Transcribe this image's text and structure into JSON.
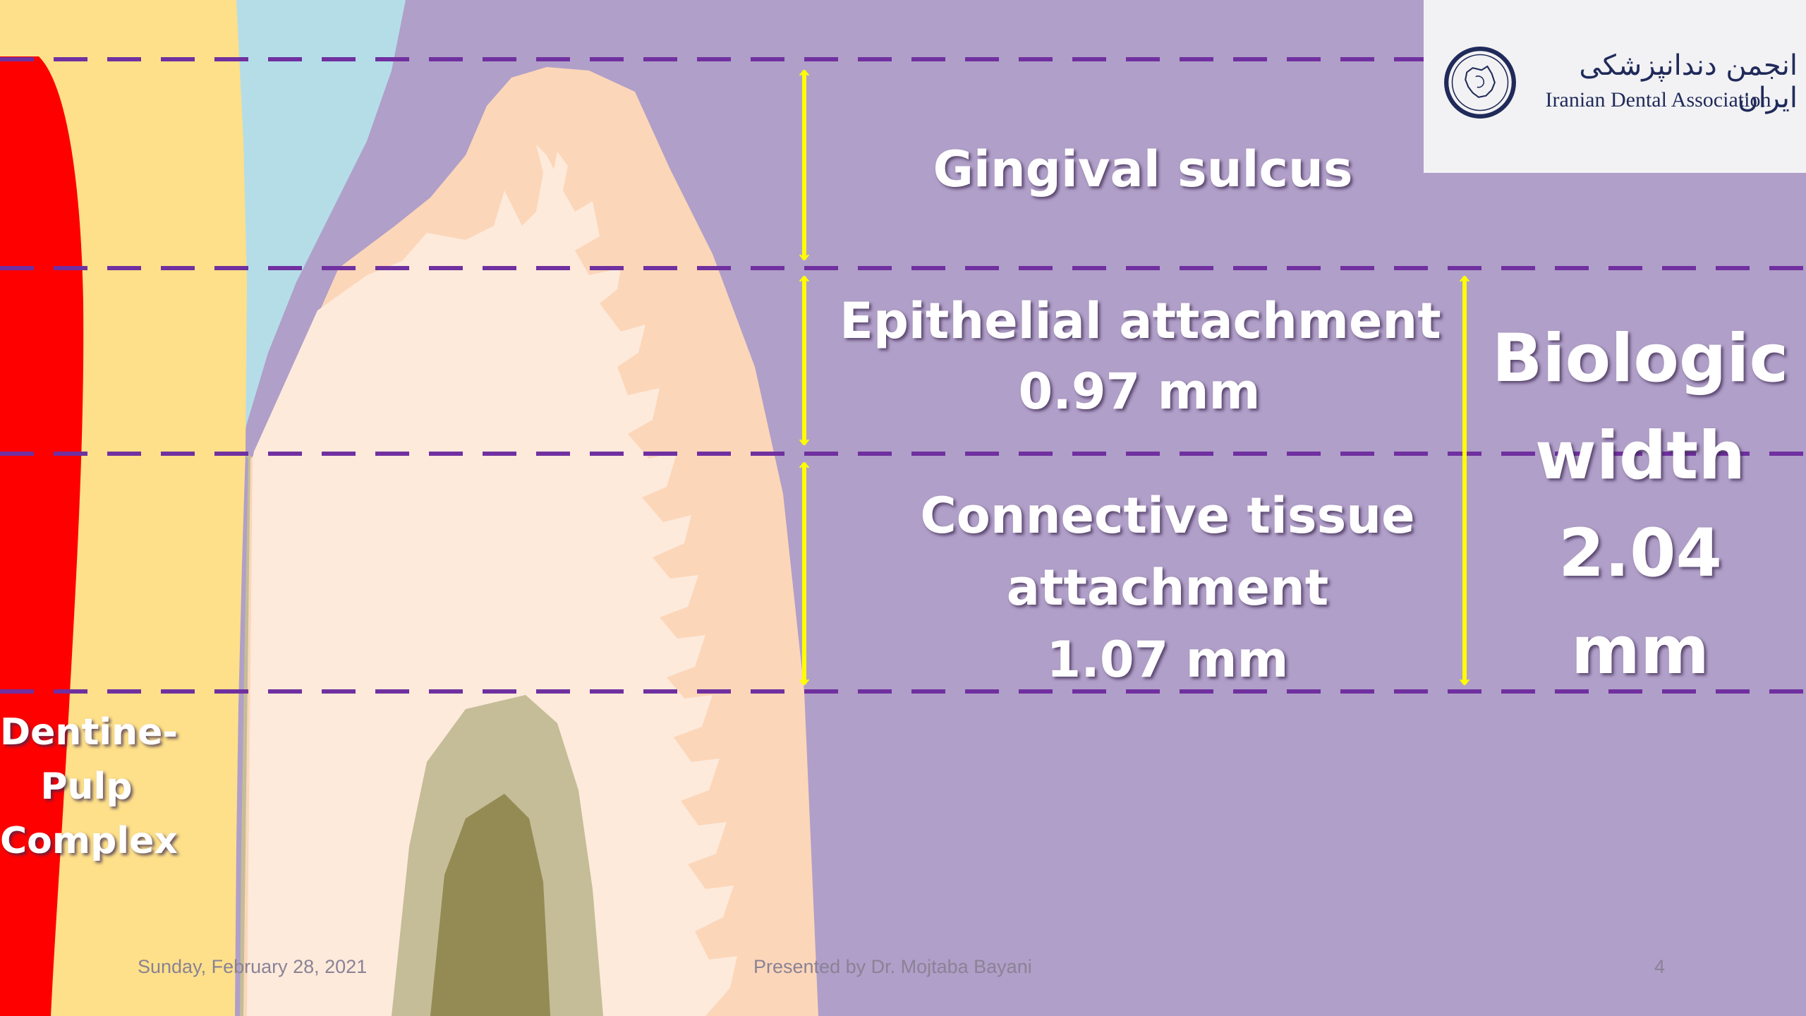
{
  "labels": {
    "gingival_sulcus": "Gingival sulcus",
    "epithelial_title": "Epithelial attachment",
    "epithelial_value": "0.97 mm",
    "connective_line1": "Connective tissue",
    "connective_line2": "attachment",
    "connective_value": "1.07 mm",
    "biologic_line1": "Biologic",
    "biologic_line2": "width",
    "biologic_value": "2.04",
    "biologic_unit": "mm",
    "dentine_line1": "Dentine-",
    "dentine_line2": "Pulp",
    "dentine_line3": "Complex"
  },
  "logo": {
    "persian_name": "انجمن دندانپزشکی ایران",
    "english_name": "Iranian Dental Association",
    "emblem_icon": "iran-map-emblem-icon"
  },
  "footer": {
    "date": "Sunday, February 28, 2021",
    "presenter": "Presented by Dr. Mojtaba Bayani",
    "page_number": "4"
  },
  "colors": {
    "background": "#b09fc8",
    "pulp": "#ff0000",
    "dentine": "#fde089",
    "enamel": "#b5dde8",
    "gingiva": "#fcd6b9",
    "gingiva_inner": "#fdeadb",
    "bone_outer": "#c4bd97",
    "bone_inner": "#948a54",
    "dashed_lines": "#7030a0",
    "arrows": "#ffff00"
  }
}
